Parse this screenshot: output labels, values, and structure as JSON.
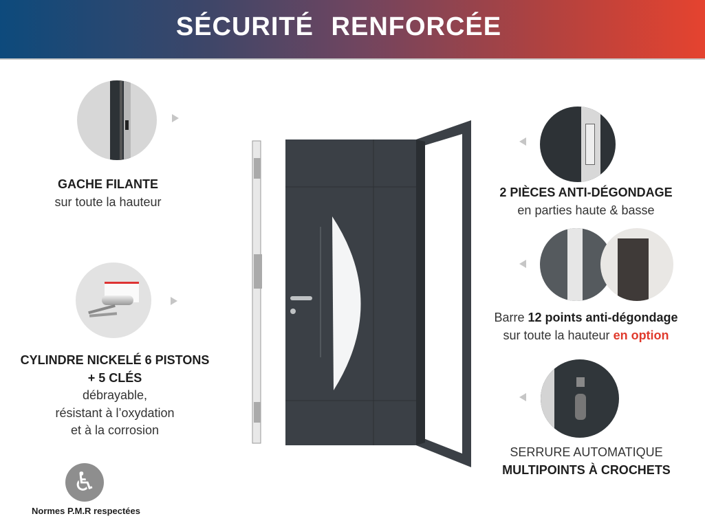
{
  "header": {
    "title": "SÉCURITÉ  RENFORCÉE",
    "gradient": [
      "#0d4a7c",
      "#e5432f"
    ]
  },
  "features": {
    "gache": {
      "title": "GACHE FILANTE",
      "subtitle": "sur toute la hauteur"
    },
    "cylindre": {
      "title1": "CYLINDRE NICKELÉ 6 PISTONS",
      "title2": "+ 5 CLÉS",
      "line1": "débrayable,",
      "line2": "résistant à l’oxydation",
      "line3": "et à la corrosion"
    },
    "anti_degondage": {
      "title": "2 PIÈCES ANTI-DÉGONDAGE",
      "subtitle": "en parties haute & basse"
    },
    "barre": {
      "prefix": "Barre ",
      "bold": "12 points anti-dégondage",
      "line2_prefix": "sur toute la hauteur ",
      "option": "en option"
    },
    "serrure": {
      "line1": "SERRURE AUTOMATIQUE",
      "line2": "MULTIPOINTS À CROCHETS"
    }
  },
  "pmr": {
    "icon": "wheelchair-icon",
    "label": "Normes P.M.R respectées"
  },
  "colors": {
    "door": "#3b4046",
    "accent": "#e03a2c"
  }
}
